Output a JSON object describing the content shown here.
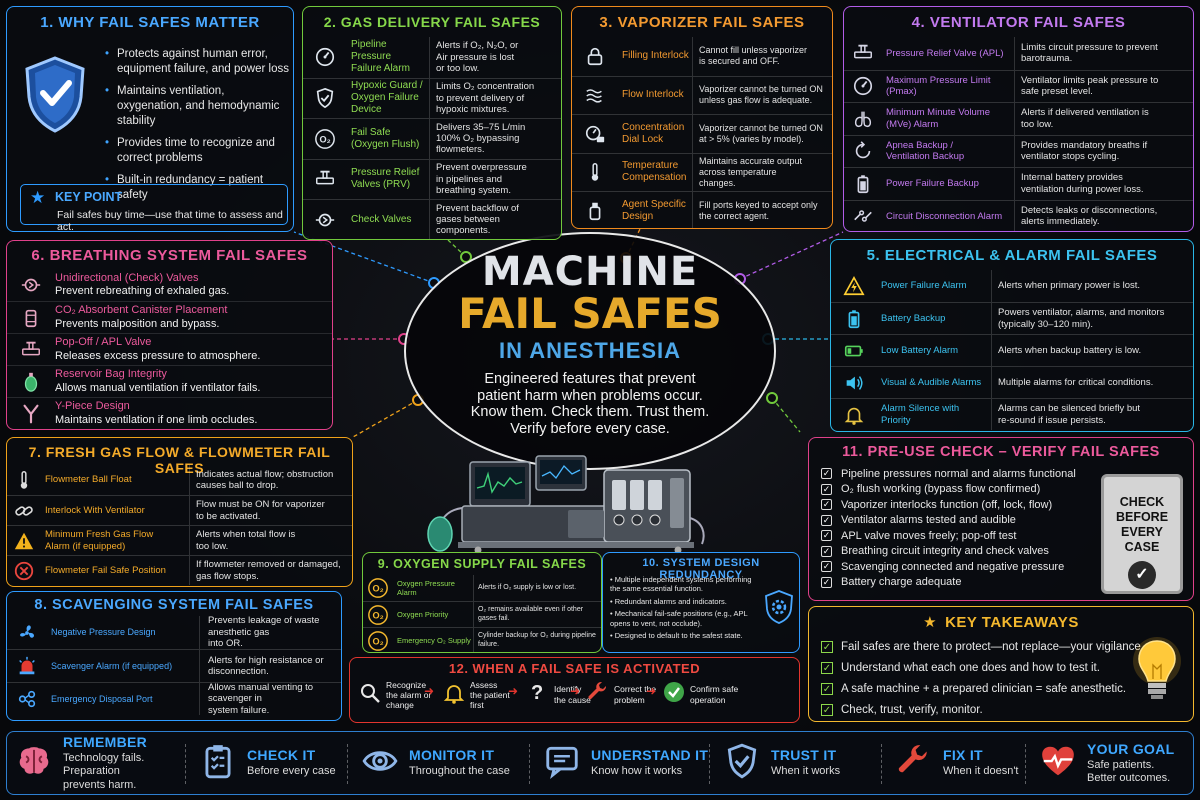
{
  "center": {
    "line1": "MACHINE",
    "line2": "FAIL SAFES",
    "line3": "IN ANESTHESIA",
    "subtitle": [
      "Engineered features that prevent",
      "patient harm when problems occur.",
      "Know them. Check them. Trust them.",
      "Verify before every case."
    ]
  },
  "why": {
    "title": "1. WHY FAIL SAFES MATTER",
    "items": [
      "Protects against human error, equipment failure, and power loss",
      "Maintains ventilation, oxygenation, and hemodynamic stability",
      "Provides time to recognize and correct problems",
      "Built-in redundancy = patient safety"
    ],
    "key_title": "KEY POINT",
    "key_text": "Fail safes buy time—use that time to assess and act."
  },
  "gas": {
    "title": "2. GAS DELIVERY FAIL SAFES",
    "rows": [
      {
        "icon": "gauge-icon",
        "name": [
          "Pipeline Pressure",
          "Failure Alarm"
        ],
        "desc": [
          "Alerts if O₂, N₂O, or",
          "Air pressure is lost",
          "or too low."
        ]
      },
      {
        "icon": "shield-check-icon",
        "name": [
          "Hypoxic Guard /",
          "Oxygen Failure",
          "Device"
        ],
        "desc": [
          "Limits O₂ concentration",
          "to prevent delivery of",
          "hypoxic mixtures."
        ]
      },
      {
        "icon": "o2-icon",
        "name": [
          "Fail Safe",
          "(Oxygen Flush)"
        ],
        "desc": [
          "Delivers 35–75 L/min",
          "100% O₂ bypassing",
          "flowmeters."
        ]
      },
      {
        "icon": "valve-icon",
        "name": [
          "Pressure Relief",
          "Valves (PRV)"
        ],
        "desc": [
          "Prevent overpressure",
          "in pipelines and",
          "breathing system."
        ]
      },
      {
        "icon": "check-valve-icon",
        "name": [
          "Check Valves"
        ],
        "desc": [
          "Prevent backflow of",
          "gases between",
          "components."
        ]
      }
    ]
  },
  "vap": {
    "title": "3. VAPORIZER FAIL SAFES",
    "rows": [
      {
        "icon": "lock-icon",
        "name": [
          "Filling Interlock"
        ],
        "desc": [
          "Cannot fill unless vaporizer",
          "is secured and OFF."
        ]
      },
      {
        "icon": "flow-icon",
        "name": [
          "Flow Interlock"
        ],
        "desc": [
          "Vaporizer cannot be turned ON",
          "unless gas flow is adequate."
        ]
      },
      {
        "icon": "dial-lock-icon",
        "name": [
          "Concentration",
          "Dial Lock"
        ],
        "desc": [
          "Vaporizer cannot be turned ON",
          "at > 5% (varies by model)."
        ]
      },
      {
        "icon": "thermometer-icon",
        "name": [
          "Temperature",
          "Compensation"
        ],
        "desc": [
          "Maintains accurate output",
          "across temperature",
          "changes."
        ]
      },
      {
        "icon": "bottle-icon",
        "name": [
          "Agent Specific",
          "Design"
        ],
        "desc": [
          "Fill ports keyed to accept only",
          "the correct agent."
        ]
      }
    ]
  },
  "vent": {
    "title": "4. VENTILATOR FAIL SAFES",
    "rows": [
      {
        "icon": "valve-icon",
        "name": [
          "Pressure Relief Valve (APL)"
        ],
        "desc": [
          "Limits circuit pressure to prevent barotrauma."
        ]
      },
      {
        "icon": "gauge-icon",
        "name": [
          "Maximum Pressure Limit",
          "(Pmax)"
        ],
        "desc": [
          "Ventilator limits peak pressure to",
          "safe preset level."
        ]
      },
      {
        "icon": "lungs-icon",
        "name": [
          "Minimum Minute Volume",
          "(MVe) Alarm"
        ],
        "desc": [
          "Alerts if delivered ventilation is",
          "too low."
        ]
      },
      {
        "icon": "cycle-icon",
        "name": [
          "Apnea Backup /",
          "Ventilation Backup"
        ],
        "desc": [
          "Provides mandatory breaths if",
          "ventilator stops cycling."
        ]
      },
      {
        "icon": "battery-icon",
        "name": [
          "Power Failure Backup"
        ],
        "desc": [
          "Internal battery provides",
          "ventilation during power loss."
        ]
      },
      {
        "icon": "disconnect-icon",
        "name": [
          "Circuit Disconnection Alarm"
        ],
        "desc": [
          "Detects leaks or disconnections,",
          "alerts immediately."
        ]
      }
    ]
  },
  "elec": {
    "title": "5. ELECTRICAL & ALARM FAIL SAFES",
    "rows": [
      {
        "icon": "warning-bolt-icon",
        "name": [
          "Power Failure Alarm"
        ],
        "desc": [
          "Alerts when primary power is lost."
        ]
      },
      {
        "icon": "battery-icon",
        "name": [
          "Battery Backup"
        ],
        "desc": [
          "Powers ventilator, alarms, and monitors",
          "(typically 30–120 min)."
        ]
      },
      {
        "icon": "low-battery-icon",
        "name": [
          "Low Battery Alarm"
        ],
        "desc": [
          "Alerts when backup battery is low."
        ]
      },
      {
        "icon": "speaker-icon",
        "name": [
          "Visual & Audible Alarms"
        ],
        "desc": [
          "Multiple alarms for critical conditions."
        ]
      },
      {
        "icon": "bell-icon",
        "name": [
          "Alarm Silence with Priority"
        ],
        "desc": [
          "Alarms can be silenced briefly but",
          "re-sound if issue persists."
        ]
      }
    ]
  },
  "breath": {
    "title": "6. BREATHING SYSTEM FAIL SAFES",
    "rows": [
      {
        "icon": "check-valve-icon",
        "name": "Unidirectional (Check) Valves",
        "desc": "Prevent rebreathing of exhaled gas."
      },
      {
        "icon": "canister-icon",
        "name": "CO₂ Absorbent Canister Placement",
        "desc": "Prevents malposition and bypass."
      },
      {
        "icon": "valve-icon",
        "name": "Pop-Off / APL Valve",
        "desc": "Releases excess pressure to atmosphere."
      },
      {
        "icon": "bag-icon",
        "name": "Reservoir Bag Integrity",
        "desc": "Allows manual ventilation if ventilator fails."
      },
      {
        "icon": "y-piece-icon",
        "name": "Y-Piece Design",
        "desc": "Maintains ventilation if one limb occludes."
      }
    ]
  },
  "fresh": {
    "title": "7. FRESH GAS FLOW & FLOWMETER FAIL SAFES",
    "rows": [
      {
        "icon": "thermometer-icon",
        "name": [
          "Flowmeter Ball Float"
        ],
        "desc": [
          "Indicates actual flow; obstruction",
          "causes ball to drop."
        ]
      },
      {
        "icon": "link-icon",
        "name": [
          "Interlock With Ventilator"
        ],
        "desc": [
          "Flow must be ON for vaporizer",
          "to be activated."
        ]
      },
      {
        "icon": "warning-icon",
        "name": [
          "Minimum Fresh Gas Flow",
          "Alarm (if equipped)"
        ],
        "desc": [
          "Alerts when total flow is",
          "too low."
        ]
      },
      {
        "icon": "stop-icon",
        "name": [
          "Flowmeter Fail Safe Position"
        ],
        "desc": [
          "If flowmeter removed or damaged,",
          "gas flow stops."
        ]
      }
    ]
  },
  "scav": {
    "title": "8. SCAVENGING SYSTEM FAIL SAFES",
    "rows": [
      {
        "icon": "fan-icon",
        "name": [
          "Negative Pressure Design"
        ],
        "desc": [
          "Prevents leakage of waste anesthetic gas",
          "into OR."
        ]
      },
      {
        "icon": "siren-icon",
        "name": [
          "Scavenger Alarm (if equipped)"
        ],
        "desc": [
          "Alerts for high resistance or disconnection."
        ]
      },
      {
        "icon": "port-icon",
        "name": [
          "Emergency Disposal Port"
        ],
        "desc": [
          "Allows manual venting to scavenger in",
          "system failure."
        ]
      }
    ]
  },
  "oxy": {
    "title": "9. OXYGEN SUPPLY FAIL SAFES",
    "rows": [
      {
        "icon": "o2-icon",
        "name": [
          "Oxygen Pressure Alarm"
        ],
        "desc": [
          "Alerts if O₂ supply is low or lost."
        ]
      },
      {
        "icon": "o2-icon",
        "name": [
          "Oxygen Priority"
        ],
        "desc": [
          "O₂ remains available even if other gases fail."
        ]
      },
      {
        "icon": "o2-icon",
        "name": [
          "Emergency O₂ Supply"
        ],
        "desc": [
          "Cylinder backup for O₂ during pipeline failure."
        ]
      }
    ]
  },
  "sys": {
    "title": "10. SYSTEM DESIGN REDUNDANCY",
    "items": [
      "Multiple independent systems performing the same essential function.",
      "Redundant alarms and indicators.",
      "Mechanical fail-safe positions (e.g., APL opens to vent, not occlude).",
      "Designed to default to the safest state."
    ]
  },
  "pre": {
    "title": "11. PRE-USE CHECK – VERIFY FAIL SAFES",
    "items": [
      "Pipeline pressures normal and alarms functional",
      "O₂ flush working (bypass flow confirmed)",
      "Vaporizer interlocks function (off, lock, flow)",
      "Ventilator alarms tested and audible",
      "APL valve moves freely; pop-off test",
      "Breathing circuit integrity and check valves",
      "Scavenging connected and negative pressure",
      "Battery charge adequate"
    ],
    "card": [
      "CHECK",
      "BEFORE",
      "EVERY",
      "CASE"
    ]
  },
  "keys": {
    "title": "KEY TAKEAWAYS",
    "items": [
      "Fail safes are there to protect—not replace—your vigilance.",
      "Understand what each one does and how to test it.",
      "A safe machine + a prepared clinician = safe anesthetic.",
      "Check, trust, verify, monitor."
    ]
  },
  "activ": {
    "title": "12. WHEN A FAIL SAFE IS ACTIVATED",
    "steps": [
      [
        "Recognize",
        "the alarm or",
        "change"
      ],
      [
        "Assess",
        "the patient",
        "first"
      ],
      [
        "Identify",
        "the cause"
      ],
      [
        "Correct the",
        "problem"
      ],
      [
        "Confirm safe",
        "operation"
      ]
    ]
  },
  "bottom": [
    {
      "icon": "brain-icon",
      "title": "REMEMBER",
      "sub": [
        "Technology fails.",
        "Preparation",
        "prevents harm."
      ],
      "color": "#3fa8ff"
    },
    {
      "icon": "clipboard-icon",
      "title": "CHECK IT",
      "sub": [
        "Before every case"
      ],
      "color": "#3fa8ff"
    },
    {
      "icon": "eye-icon",
      "title": "MONITOR IT",
      "sub": [
        "Throughout the case"
      ],
      "color": "#3fa8ff"
    },
    {
      "icon": "chat-icon",
      "title": "UNDERSTAND IT",
      "sub": [
        "Know how it works"
      ],
      "color": "#3fa8ff"
    },
    {
      "icon": "shield-check-icon",
      "title": "TRUST IT",
      "sub": [
        "When it works"
      ],
      "color": "#3fa8ff"
    },
    {
      "icon": "wrench-icon",
      "title": "FIX IT",
      "sub": [
        "When it doesn't"
      ],
      "color": "#3fa8ff"
    },
    {
      "icon": "heart-pulse-icon",
      "title": "YOUR GOAL",
      "sub": [
        "Safe patients.",
        "Better outcomes."
      ],
      "color": "#3fa8ff"
    }
  ],
  "colors": {
    "blue": "#2e9bff",
    "green": "#71c93c",
    "orange": "#f08a1c",
    "purple": "#b25ce8",
    "cyan": "#2ab6e6",
    "pink": "#e0418a",
    "amber": "#f0a21a",
    "red": "#e2352e",
    "gold": "#f4b82e"
  }
}
